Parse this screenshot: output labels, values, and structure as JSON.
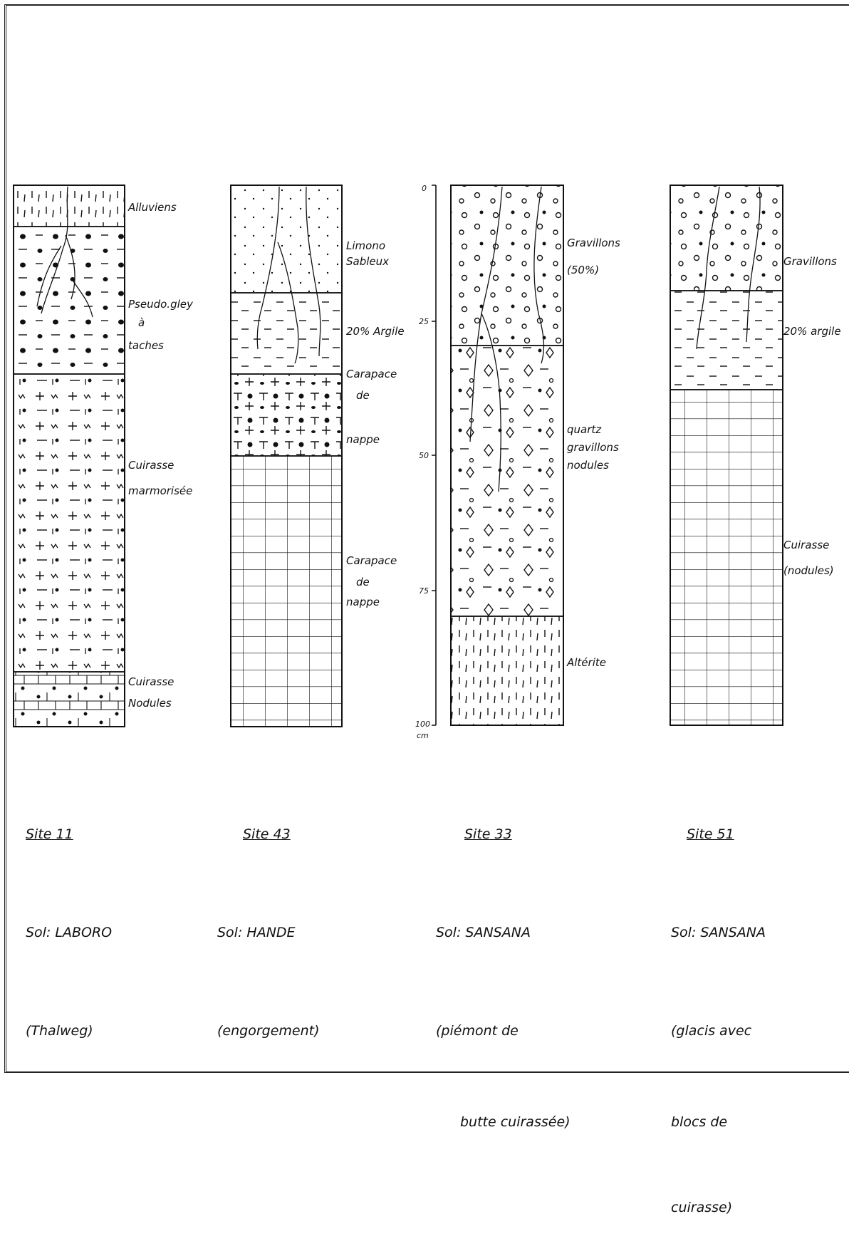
{
  "depth_axis": {
    "ticks": [
      "0",
      "25",
      "50",
      "75",
      "100"
    ],
    "unit": "cm"
  },
  "profiles": [
    {
      "site": "Site 11",
      "sol": "Sol: LABORO",
      "context": [
        "(Thalweg)"
      ],
      "horizons": [
        {
          "label": [
            "Alluviens"
          ],
          "pattern": "ticks"
        },
        {
          "label": [
            "Pseudo.gley",
            "à",
            "taches"
          ],
          "pattern": "dashes-dots"
        },
        {
          "label": [
            "Cuirasse",
            "marmorisée"
          ],
          "pattern": "marbled"
        },
        {
          "label": [
            "Cuirasse",
            "Nodules"
          ],
          "pattern": "nodules"
        }
      ]
    },
    {
      "site": "Site 43",
      "sol": "Sol: HANDE",
      "context": [
        "(engorgement)"
      ],
      "horizons": [
        {
          "label": [
            "Limono",
            "Sableux"
          ],
          "pattern": "dots"
        },
        {
          "label": [
            "20% Argile"
          ],
          "pattern": "dashes"
        },
        {
          "label": [
            "Carapace",
            "de",
            "nappe"
          ],
          "pattern": "crosses"
        },
        {
          "label": [
            "Carapace",
            "de",
            "nappe"
          ],
          "pattern": "grid"
        }
      ]
    },
    {
      "site": "Site 33",
      "sol": "Sol: SANSANA",
      "context": [
        "(piémont de",
        "butte cuirassée)"
      ],
      "horizons": [
        {
          "label": [
            "Gravillons",
            "(50%)"
          ],
          "pattern": "gravels"
        },
        {
          "label": [
            "quartz",
            "gravillons",
            "nodules"
          ],
          "pattern": "quartz"
        },
        {
          "label": [
            "Altérite"
          ],
          "pattern": "ticks"
        }
      ]
    },
    {
      "site": "Site 51",
      "sol": "Sol: SANSANA",
      "context": [
        "(glacis avec",
        "blocs de",
        "cuirasse)"
      ],
      "horizons": [
        {
          "label": [
            "Gravillons"
          ],
          "pattern": "gravels"
        },
        {
          "label": [
            "20% argile"
          ],
          "pattern": "dashes"
        },
        {
          "label": [
            "Cuirasse",
            "(nodules)"
          ],
          "pattern": "grid"
        }
      ]
    }
  ]
}
